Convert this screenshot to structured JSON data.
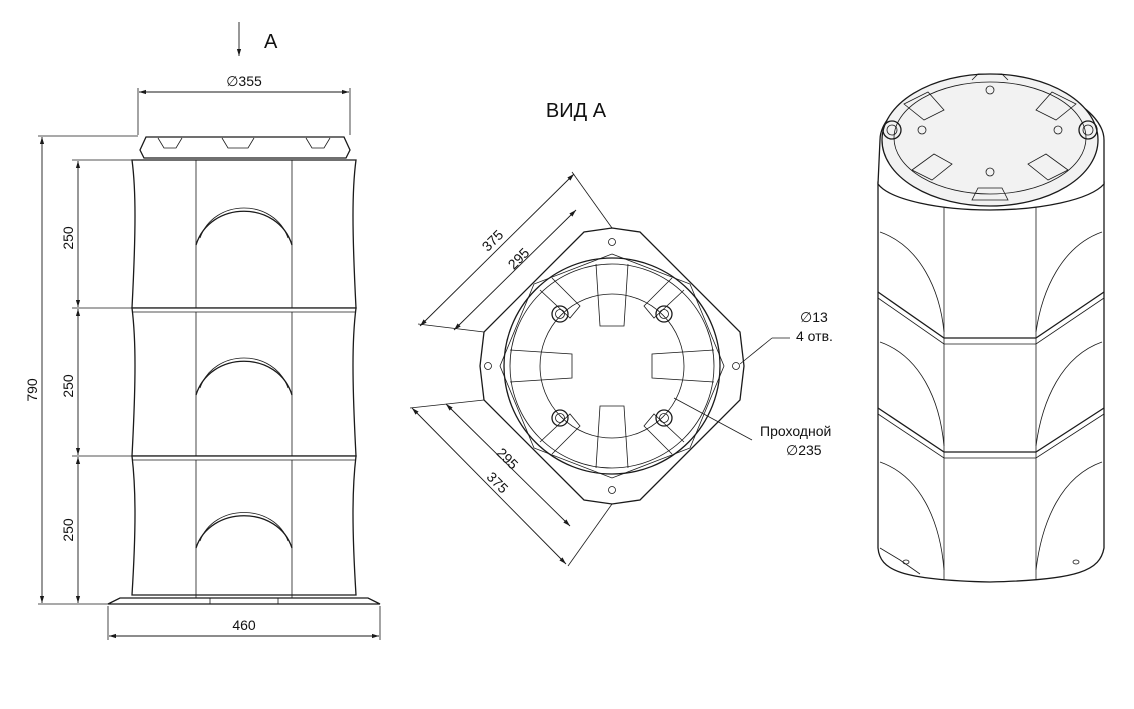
{
  "view_arrow": {
    "label": "A"
  },
  "view_title": "ВИД А",
  "front_view": {
    "top_diameter": "∅355",
    "height_total": "790",
    "section_1": "250",
    "section_2": "250",
    "section_3": "250",
    "base_width": "460"
  },
  "top_view": {
    "outer_375_a": "375",
    "inner_295_a": "295",
    "outer_375_b": "375",
    "inner_295_b": "295",
    "hole_dia": "∅13",
    "hole_count": "4 отв.",
    "pass_label": "Проходной",
    "pass_dia": "∅235"
  }
}
